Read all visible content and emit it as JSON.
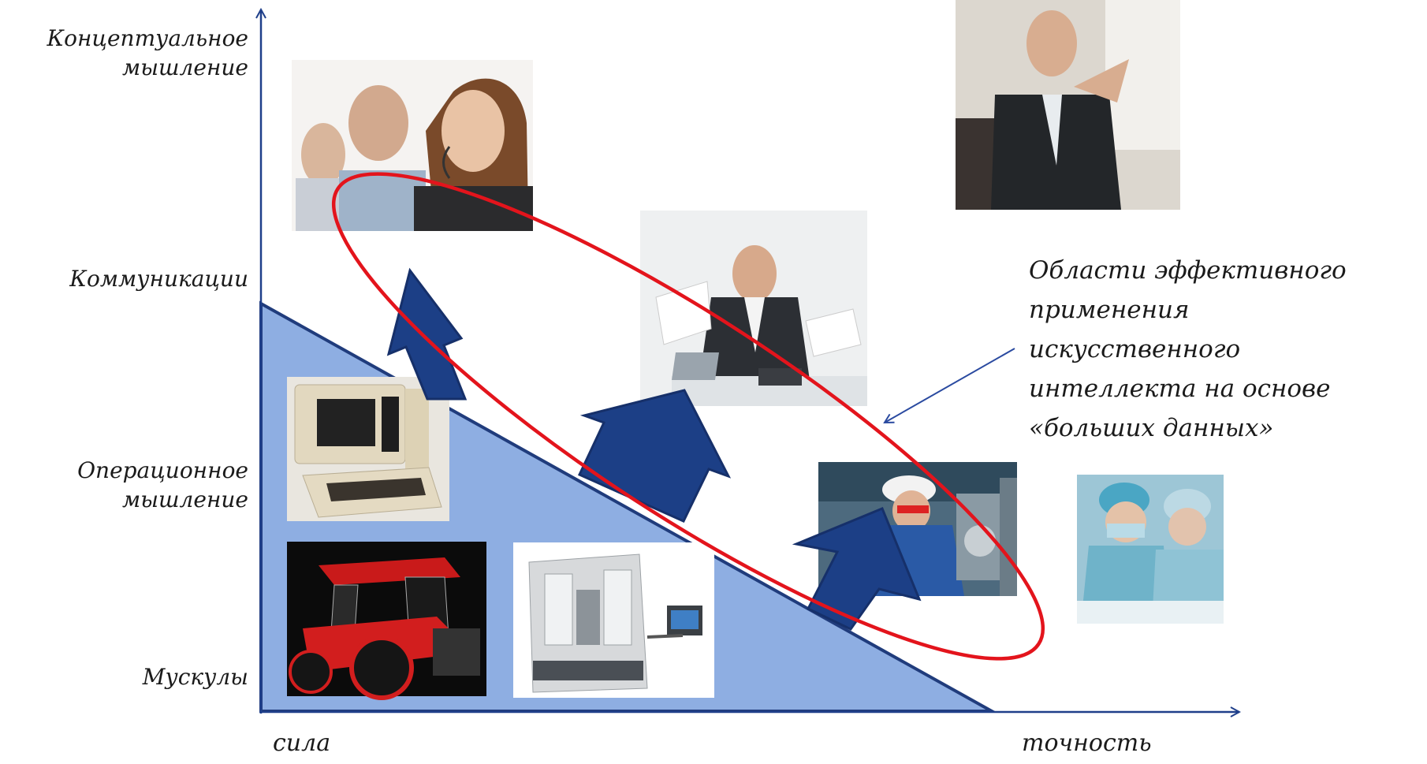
{
  "y_axis_levels": {
    "conceptual": "Концептуальное\nмышление",
    "communications": "Коммуникации",
    "operational": "Операционное\nмышление",
    "muscles": "Мускулы"
  },
  "x_axis_labels": {
    "start": "сила",
    "end": "точность"
  },
  "annotation": "Области эффективного\nприменения\nискусственного\nинтеллекта на основе\n«больших данных»",
  "colors": {
    "axis": "#1f3f8a",
    "triangle_fill": "#8eaee2",
    "triangle_stroke": "#203c7c",
    "arrow_fill": "#1c3f86",
    "ellipse": "#e3141c"
  },
  "photos": [
    "call-center-operators",
    "businessman-thinking",
    "multitasking-manager",
    "retro-computer",
    "machine-operator",
    "surgeons",
    "red-tractor",
    "cnc-milling-machine"
  ]
}
